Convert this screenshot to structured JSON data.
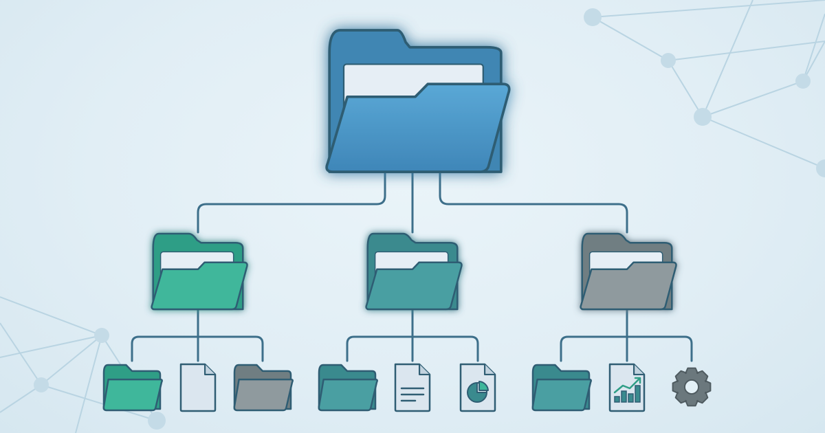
{
  "colors": {
    "background": "#e3f0f6",
    "outline": "#2f5d73",
    "connector": "#3d6f8a",
    "root_back": "#3f86b3",
    "root_front": "#4e9bcb",
    "green_back": "#2f9e86",
    "green_front": "#3fb79b",
    "teal_back": "#3a8a8e",
    "teal_front": "#4a9fa2",
    "gray_back": "#707e82",
    "gray_front": "#8f9a9e",
    "paper": "#dbe6ef",
    "gear": "#6b787d"
  },
  "tree": {
    "root": {
      "icon": "folder-open-icon",
      "variant": "root"
    },
    "branches": [
      {
        "id": "green",
        "icon": "folder-open-icon",
        "variant": "green",
        "children": [
          {
            "icon": "folder-icon",
            "variant": "green"
          },
          {
            "icon": "blank-document-icon"
          },
          {
            "icon": "folder-icon",
            "variant": "gray"
          }
        ]
      },
      {
        "id": "teal",
        "icon": "folder-open-icon",
        "variant": "teal",
        "children": [
          {
            "icon": "folder-icon",
            "variant": "teal"
          },
          {
            "icon": "text-document-icon"
          },
          {
            "icon": "pie-chart-document-icon"
          }
        ]
      },
      {
        "id": "gray",
        "icon": "folder-open-icon",
        "variant": "gray",
        "children": [
          {
            "icon": "folder-icon",
            "variant": "teal"
          },
          {
            "icon": "bar-chart-document-icon"
          },
          {
            "icon": "gear-icon"
          }
        ]
      }
    ]
  }
}
